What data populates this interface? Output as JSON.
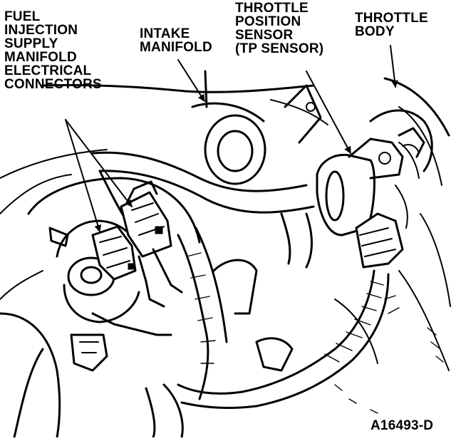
{
  "labels": {
    "fuel_injection": [
      "FUEL",
      "INJECTION",
      "SUPPLY",
      "MANIFOLD",
      "ELECTRICAL",
      "CONNECTORS"
    ],
    "intake_manifold": [
      "INTAKE",
      "MANIFOLD"
    ],
    "tp_sensor": [
      "THROTTLE",
      "POSITION",
      "SENSOR",
      "(TP SENSOR)"
    ],
    "throttle_body": [
      "THROTTLE",
      "BODY"
    ],
    "figure_ref": "A16493-D"
  }
}
